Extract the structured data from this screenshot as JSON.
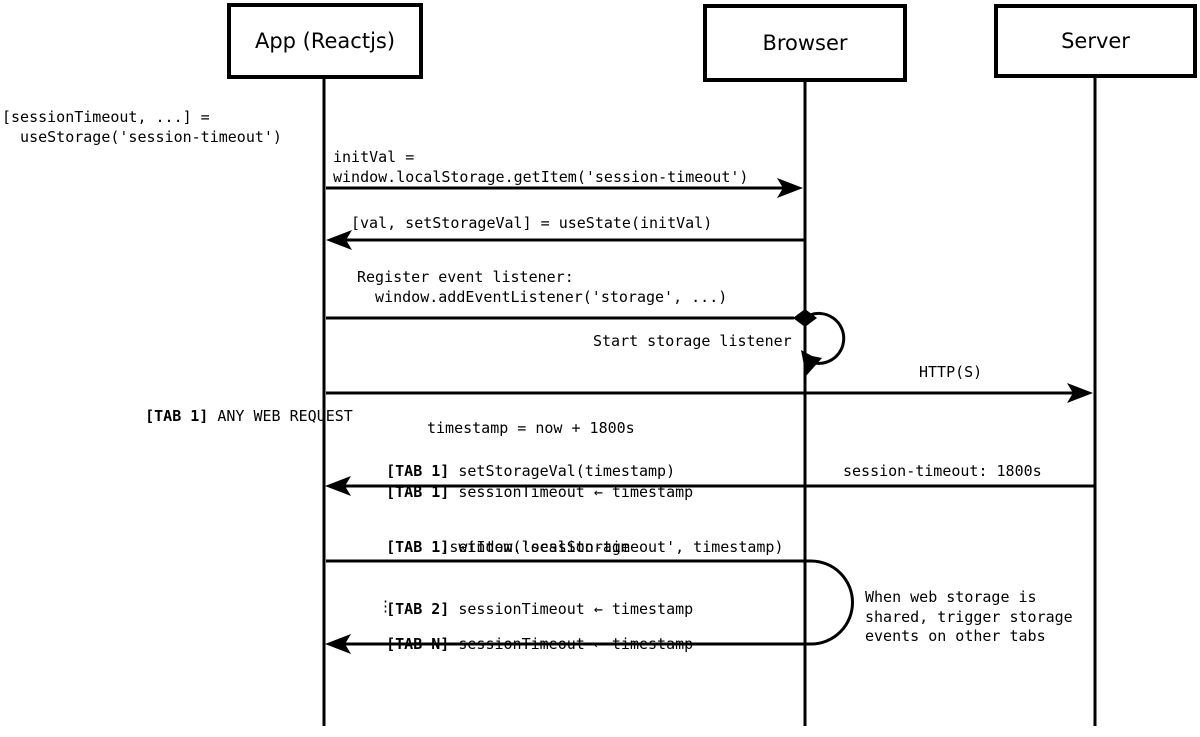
{
  "actors": {
    "app": "App (Reactjs)",
    "browser": "Browser",
    "server": "Server"
  },
  "annotations": {
    "use_storage": "[sessionTimeout, ...] =\n  useStorage('session-timeout')",
    "loop_note": "When web storage is\nshared, trigger storage\nevents on other tabs"
  },
  "messages": {
    "init_val": {
      "text": "initVal =\nwindow.localStorage.getItem('session-timeout')"
    },
    "use_state": {
      "text": "[val, setStorageVal] = useState(initVal)"
    },
    "register_listener": {
      "text": "Register event listener:\n  window.addEventListener('storage', ...)"
    },
    "start_listener": {
      "text": "Start storage listener"
    },
    "any_web_request": {
      "bold": "[TAB 1]",
      "text": " ANY WEB REQUEST"
    },
    "http": {
      "text": "HTTP(S)"
    },
    "timestamp_calc": {
      "text": "timestamp = now + 1800s"
    },
    "set_storage_val": {
      "bold": "[TAB 1]",
      "text": " setStorageVal(timestamp)"
    },
    "session_timeout_tab1": {
      "bold": "[TAB 1]",
      "text": " sessionTimeout ← timestamp"
    },
    "session_timeout_header": {
      "text": "session-timeout: 1800s"
    },
    "local_storage_set_line1": {
      "bold": "[TAB 1]",
      "text": " window.localStorage"
    },
    "local_storage_set_line2": {
      "text": "          .setItem('session-timeout', timestamp)"
    },
    "session_timeout_tab2": {
      "bold": "[TAB 2]",
      "text": " sessionTimeout ← timestamp"
    },
    "dots": "⋮",
    "session_timeout_tabn": {
      "bold": "[TAB N]",
      "text": " sessionTimeout ← timestamp"
    }
  },
  "colors": {
    "line": "#000000",
    "background": "#ffffff"
  }
}
